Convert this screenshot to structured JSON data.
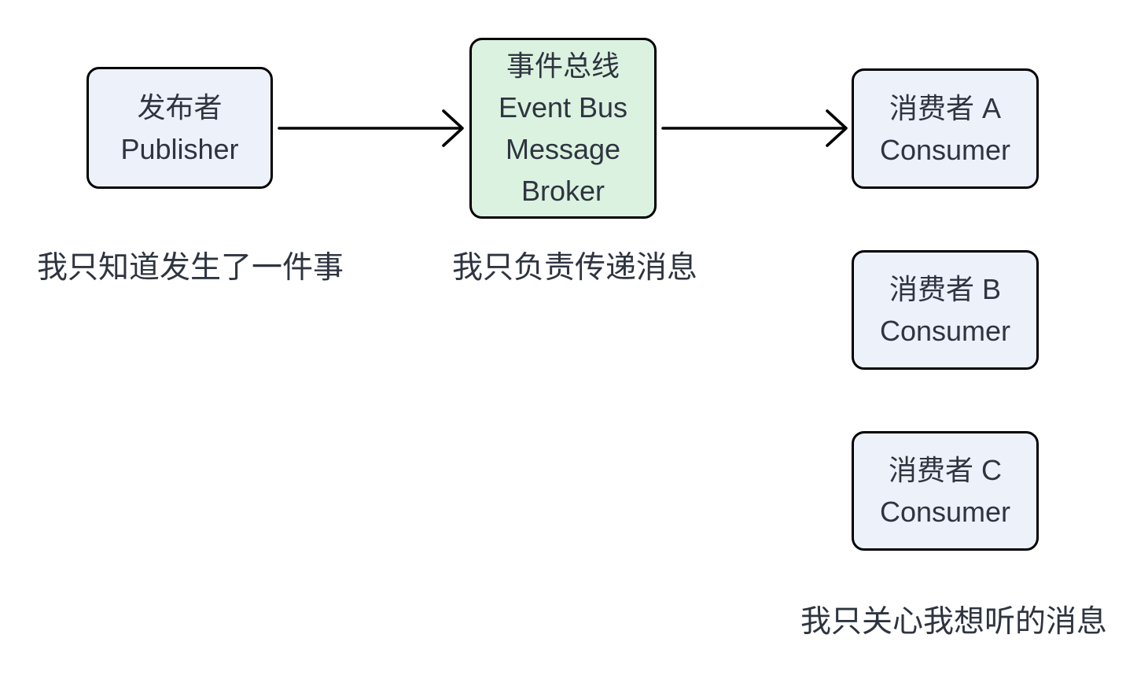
{
  "diagram": {
    "title": "Event Bus publish-subscribe diagram",
    "nodes": {
      "publisher": {
        "id": "publisher",
        "lines": [
          "发布者",
          "Publisher"
        ]
      },
      "event_bus": {
        "id": "event-bus",
        "lines": [
          "事件总线",
          "Event Bus",
          "Message",
          "Broker"
        ]
      },
      "consumer_a": {
        "id": "consumer-a",
        "lines": [
          "消费者 A",
          "Consumer"
        ]
      },
      "consumer_b": {
        "id": "consumer-b",
        "lines": [
          "消费者 B",
          "Consumer"
        ]
      },
      "consumer_c": {
        "id": "consumer-c",
        "lines": [
          "消费者 C",
          "Consumer"
        ]
      }
    },
    "arrows": [
      {
        "from": "publisher",
        "to": "event-bus"
      },
      {
        "from": "event-bus",
        "to": "consumer-a"
      }
    ],
    "captions": {
      "publisher": {
        "text": "我只知道发生了一件事"
      },
      "broker": {
        "text": "我只负责传递消息"
      },
      "consumer": {
        "text": "我只关心我想听的消息"
      }
    },
    "colors": {
      "background": "#ffffff",
      "node_blue_fill": "#edf1fa",
      "node_green_fill": "#dcf2e0",
      "node_border": "#000000",
      "text": "#2e3440",
      "arrow": "#000000"
    }
  }
}
